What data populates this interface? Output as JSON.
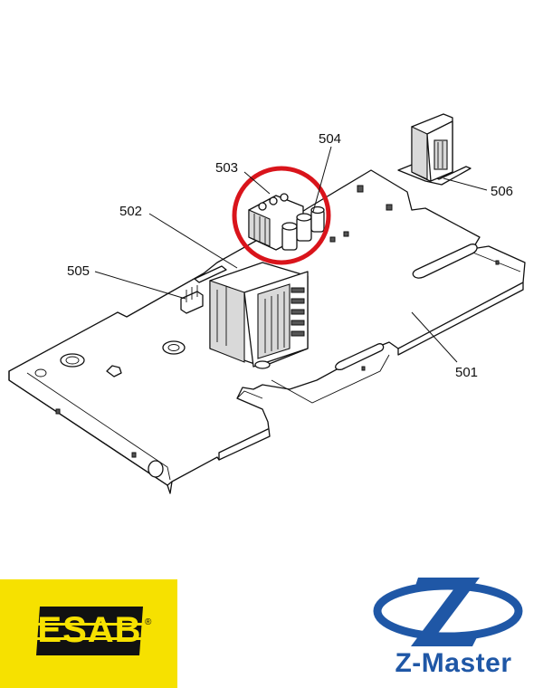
{
  "diagram": {
    "callouts": {
      "c501": "501",
      "c502": "502",
      "c503": "503",
      "c504": "504",
      "c505": "505",
      "c506": "506"
    },
    "highlight_color": "#d9141b"
  },
  "logos": {
    "esab": {
      "text": "ESAB",
      "reg": "®",
      "bg": "#f6e100"
    },
    "zmaster": {
      "text": "Z-Master",
      "color": "#1f57a6"
    }
  }
}
